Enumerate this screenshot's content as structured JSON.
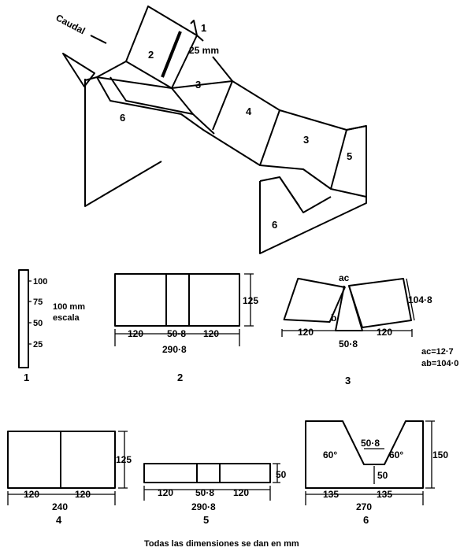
{
  "isometric": {
    "flow_label": "Caudal",
    "labels": [
      "1",
      "2",
      "25 mm",
      "3",
      "4",
      "3",
      "5",
      "6",
      "6"
    ]
  },
  "fig1": {
    "ticks": [
      "100",
      "75",
      "50",
      "25"
    ],
    "scale_label_1": "100 mm",
    "scale_label_2": "escala",
    "number": "1"
  },
  "fig2": {
    "height": "125",
    "left": "120",
    "middle": "50·8",
    "right": "120",
    "total": "290·8",
    "number": "2"
  },
  "fig3": {
    "ac": "ac",
    "b": "b",
    "side": "104·8",
    "left": "120",
    "middle": "50·8",
    "right": "120",
    "note_ac": "ac=12·7",
    "note_ab": "ab=104·0",
    "number": "3"
  },
  "fig4": {
    "height": "125",
    "left": "120",
    "right": "120",
    "total": "240",
    "number": "4"
  },
  "fig5": {
    "height": "50",
    "left": "120",
    "middle": "50·8",
    "right": "120",
    "total": "290·8",
    "number": "5"
  },
  "fig6": {
    "angle_left": "60°",
    "top": "50·8",
    "angle_right": "60°",
    "depth": "50",
    "height": "150",
    "left": "135",
    "right": "135",
    "total": "270",
    "number": "6"
  },
  "footer": "Todas las dimensiones se dan en mm"
}
